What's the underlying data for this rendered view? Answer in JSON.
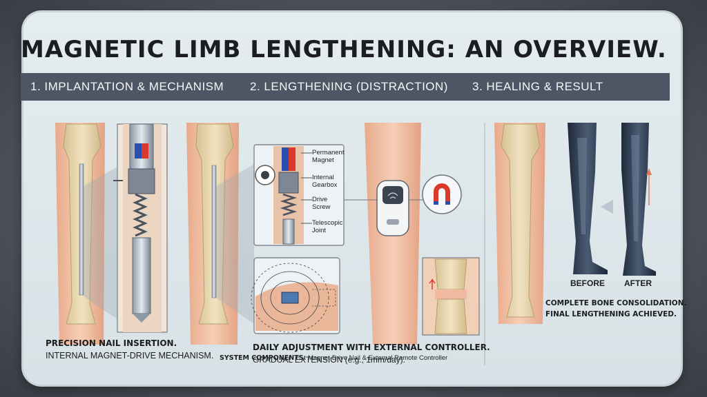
{
  "title": "MAGNETIC LIMB LENGTHENING: AN OVERVIEW.",
  "steps": [
    {
      "label": "1. IMPLANTATION & MECHANISM"
    },
    {
      "label": "2. LENGTHENING (DISTRACTION)"
    },
    {
      "label": "3. HEALING & RESULT"
    }
  ],
  "callouts": {
    "magnet": [
      "Permanent",
      "Magnet"
    ],
    "gearbox": [
      "Internal",
      "Gearbox"
    ],
    "screw": [
      "Drive",
      "Screw"
    ],
    "joint": [
      "Telescopic",
      "Joint"
    ]
  },
  "captions": {
    "step1_line1": "PRECISION NAIL INSERTION.",
    "step1_line2": "INTERNAL MAGNET-DRIVE MECHANISM.",
    "step2_line1": "DAILY ADJUSTMENT WITH EXTERNAL CONTROLLER.",
    "step2_line2": "GRADUAL EXTENSION (e.g., 1mm/day).",
    "step3_line1": "COMPLETE BONE CONSOLIDATION.",
    "step3_line2": "FINAL LENGTHENING ACHIEVED."
  },
  "before_label": "BEFORE",
  "after_label": "AFTER",
  "footer": {
    "label": "SYSTEM COMPONENTS:",
    "text": "Magnet-Drive Nail & External Remote Controller"
  },
  "colors": {
    "banner": "#4c5664",
    "skin": "#f2c4a8",
    "bone": "#ead9b4",
    "magnet_red": "#d93a2b",
    "magnet_blue": "#2b4fb0"
  }
}
